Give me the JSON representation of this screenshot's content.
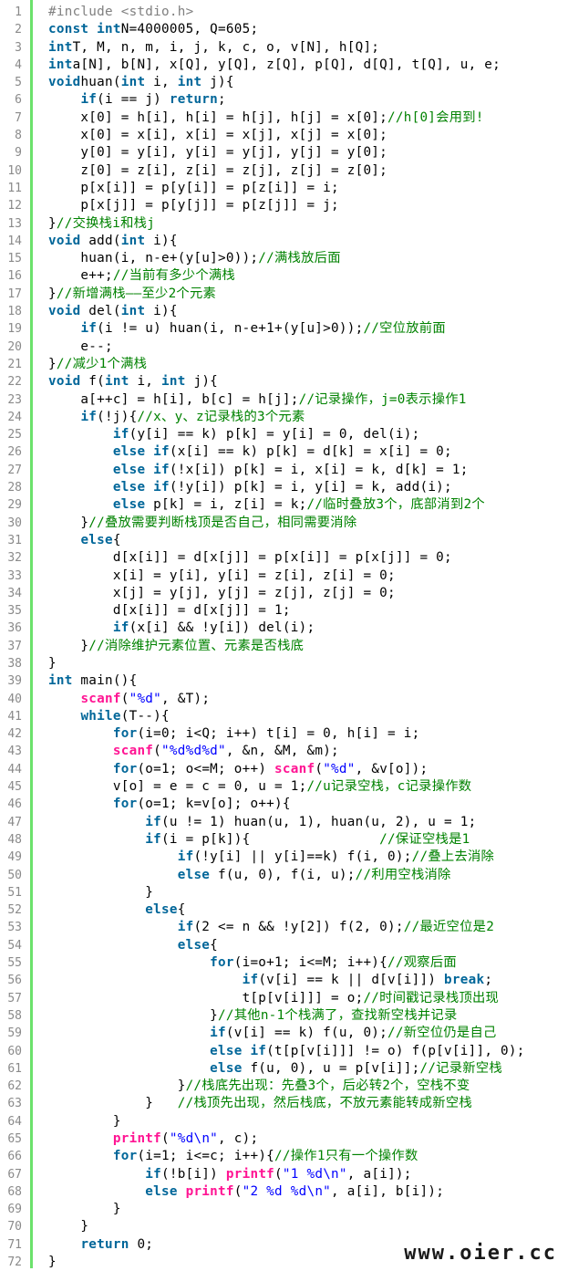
{
  "colors": {
    "keyword": "#006699",
    "preprocessor": "#808080",
    "string": "#0000ff",
    "comment": "#008200",
    "function": "#ff1493",
    "gutter_border": "#6ce26c",
    "line_number": "#8a8a8a"
  },
  "watermark": "www.oier.cc",
  "lines": [
    [
      [
        "pp",
        "#include <stdio.h>"
      ]
    ],
    [
      [
        "kw",
        "const int"
      ],
      [
        "",
        "N=4000005, Q=605;"
      ]
    ],
    [
      [
        "kw",
        "int"
      ],
      [
        "",
        "T, M, n, m, i, j, k, c, o, v[N], h[Q];"
      ]
    ],
    [
      [
        "kw",
        "int"
      ],
      [
        "",
        "a[N], b[N], x[Q], y[Q], z[Q], p[Q], d[Q], t[Q], u, e;"
      ]
    ],
    [
      [
        "kw",
        "void"
      ],
      [
        "",
        "huan("
      ],
      [
        "kw",
        "int"
      ],
      [
        "",
        " i, "
      ],
      [
        "kw",
        "int"
      ],
      [
        "",
        " j){"
      ]
    ],
    [
      [
        "",
        "    "
      ],
      [
        "kw",
        "if"
      ],
      [
        "",
        "(i == j) "
      ],
      [
        "kw",
        "return"
      ],
      [
        "",
        ";"
      ]
    ],
    [
      [
        "",
        "    x[0] = h[i], h[i] = h[j], h[j] = x[0];"
      ],
      [
        "cmt",
        "//h[0]会用到!"
      ]
    ],
    [
      [
        "",
        "    x[0] = x[i], x[i] = x[j], x[j] = x[0];"
      ]
    ],
    [
      [
        "",
        "    y[0] = y[i], y[i] = y[j], y[j] = y[0];"
      ]
    ],
    [
      [
        "",
        "    z[0] = z[i], z[i] = z[j], z[j] = z[0];"
      ]
    ],
    [
      [
        "",
        "    p[x[i]] = p[y[i]] = p[z[i]] = i;"
      ]
    ],
    [
      [
        "",
        "    p[x[j]] = p[y[j]] = p[z[j]] = j;"
      ]
    ],
    [
      [
        "",
        "}"
      ],
      [
        "cmt",
        "//交换栈i和栈j"
      ]
    ],
    [
      [
        "kw",
        "void"
      ],
      [
        "",
        " add("
      ],
      [
        "kw",
        "int"
      ],
      [
        "",
        " i){"
      ]
    ],
    [
      [
        "",
        "    huan(i, n-e+(y[u]>0));"
      ],
      [
        "cmt",
        "//满栈放后面"
      ]
    ],
    [
      [
        "",
        "    e++;"
      ],
      [
        "cmt",
        "//当前有多少个满栈"
      ]
    ],
    [
      [
        "",
        "}"
      ],
      [
        "cmt",
        "//新增满栈——至少2个元素"
      ]
    ],
    [
      [
        "kw",
        "void"
      ],
      [
        "",
        " del("
      ],
      [
        "kw",
        "int"
      ],
      [
        "",
        " i){"
      ]
    ],
    [
      [
        "",
        "    "
      ],
      [
        "kw",
        "if"
      ],
      [
        "",
        "(i != u) huan(i, n-e+1+(y[u]>0));"
      ],
      [
        "cmt",
        "//空位放前面"
      ]
    ],
    [
      [
        "",
        "    e--;"
      ]
    ],
    [
      [
        "",
        "}"
      ],
      [
        "cmt",
        "//减少1个满栈"
      ]
    ],
    [
      [
        "kw",
        "void"
      ],
      [
        "",
        " f("
      ],
      [
        "kw",
        "int"
      ],
      [
        "",
        " i, "
      ],
      [
        "kw",
        "int"
      ],
      [
        "",
        " j){"
      ]
    ],
    [
      [
        "",
        "    a[++c] = h[i], b[c] = h[j];"
      ],
      [
        "cmt",
        "//记录操作，j=0表示操作1"
      ]
    ],
    [
      [
        "",
        "    "
      ],
      [
        "kw",
        "if"
      ],
      [
        "",
        "(!j){"
      ],
      [
        "cmt",
        "//x、y、z记录栈的3个元素"
      ]
    ],
    [
      [
        "",
        "        "
      ],
      [
        "kw",
        "if"
      ],
      [
        "",
        "(y[i] == k) p[k] = y[i] = 0, del(i);"
      ]
    ],
    [
      [
        "",
        "        "
      ],
      [
        "kw",
        "else if"
      ],
      [
        "",
        "(x[i] == k) p[k] = d[k] = x[i] = 0;"
      ]
    ],
    [
      [
        "",
        "        "
      ],
      [
        "kw",
        "else if"
      ],
      [
        "",
        "(!x[i]) p[k] = i, x[i] = k, d[k] = 1;"
      ]
    ],
    [
      [
        "",
        "        "
      ],
      [
        "kw",
        "else if"
      ],
      [
        "",
        "(!y[i]) p[k] = i, y[i] = k, add(i);"
      ]
    ],
    [
      [
        "",
        "        "
      ],
      [
        "kw",
        "else"
      ],
      [
        "",
        " p[k] = i, z[i] = k;"
      ],
      [
        "cmt",
        "//临时叠放3个，底部消到2个"
      ]
    ],
    [
      [
        "",
        "    }"
      ],
      [
        "cmt",
        "//叠放需要判断栈顶是否自己，相同需要消除"
      ]
    ],
    [
      [
        "",
        "    "
      ],
      [
        "kw",
        "else"
      ],
      [
        "",
        "{"
      ]
    ],
    [
      [
        "",
        "        d[x[i]] = d[x[j]] = p[x[i]] = p[x[j]] = 0;"
      ]
    ],
    [
      [
        "",
        "        x[i] = y[i], y[i] = z[i], z[i] = 0;"
      ]
    ],
    [
      [
        "",
        "        x[j] = y[j], y[j] = z[j], z[j] = 0;"
      ]
    ],
    [
      [
        "",
        "        d[x[i]] = d[x[j]] = 1;"
      ]
    ],
    [
      [
        "",
        "        "
      ],
      [
        "kw",
        "if"
      ],
      [
        "",
        "(x[i] && !y[i]) del(i);"
      ]
    ],
    [
      [
        "",
        "    }"
      ],
      [
        "cmt",
        "//消除维护元素位置、元素是否栈底"
      ]
    ],
    [
      [
        "",
        "}"
      ]
    ],
    [
      [
        "kw",
        "int"
      ],
      [
        "",
        " main(){"
      ]
    ],
    [
      [
        "",
        "    "
      ],
      [
        "fn",
        "scanf"
      ],
      [
        "",
        "("
      ],
      [
        "str",
        "\"%d\""
      ],
      [
        "",
        ", &T);"
      ]
    ],
    [
      [
        "",
        "    "
      ],
      [
        "kw",
        "while"
      ],
      [
        "",
        "(T--){"
      ]
    ],
    [
      [
        "",
        "        "
      ],
      [
        "kw",
        "for"
      ],
      [
        "",
        "(i=0; i<Q; i++) t[i] = 0, h[i] = i;"
      ]
    ],
    [
      [
        "",
        "        "
      ],
      [
        "fn",
        "scanf"
      ],
      [
        "",
        "("
      ],
      [
        "str",
        "\"%d%d%d\""
      ],
      [
        "",
        ", &n, &M, &m);"
      ]
    ],
    [
      [
        "",
        "        "
      ],
      [
        "kw",
        "for"
      ],
      [
        "",
        "(o=1; o<=M; o++) "
      ],
      [
        "fn",
        "scanf"
      ],
      [
        "",
        "("
      ],
      [
        "str",
        "\"%d\""
      ],
      [
        "",
        ", &v[o]);"
      ]
    ],
    [
      [
        "",
        "        v[o] = e = c = 0, u = 1;"
      ],
      [
        "cmt",
        "//u记录空栈，c记录操作数"
      ]
    ],
    [
      [
        "",
        "        "
      ],
      [
        "kw",
        "for"
      ],
      [
        "",
        "(o=1; k=v[o]; o++){"
      ]
    ],
    [
      [
        "",
        "            "
      ],
      [
        "kw",
        "if"
      ],
      [
        "",
        "(u != 1) huan(u, 1), huan(u, 2), u = 1;"
      ]
    ],
    [
      [
        "",
        "            "
      ],
      [
        "kw",
        "if"
      ],
      [
        "",
        "(i = p[k]){                "
      ],
      [
        "cmt",
        "//保证空栈是1"
      ]
    ],
    [
      [
        "",
        "                "
      ],
      [
        "kw",
        "if"
      ],
      [
        "",
        "(!y[i] || y[i]==k) f(i, 0);"
      ],
      [
        "cmt",
        "//叠上去消除"
      ]
    ],
    [
      [
        "",
        "                "
      ],
      [
        "kw",
        "else"
      ],
      [
        "",
        " f(u, 0), f(i, u);"
      ],
      [
        "cmt",
        "//利用空栈消除"
      ]
    ],
    [
      [
        "",
        "            }"
      ]
    ],
    [
      [
        "",
        "            "
      ],
      [
        "kw",
        "else"
      ],
      [
        "",
        "{"
      ]
    ],
    [
      [
        "",
        "                "
      ],
      [
        "kw",
        "if"
      ],
      [
        "",
        "(2 <= n && !y[2]) f(2, 0);"
      ],
      [
        "cmt",
        "//最近空位是2"
      ]
    ],
    [
      [
        "",
        "                "
      ],
      [
        "kw",
        "else"
      ],
      [
        "",
        "{"
      ]
    ],
    [
      [
        "",
        "                    "
      ],
      [
        "kw",
        "for"
      ],
      [
        "",
        "(i=o+1; i<=M; i++){"
      ],
      [
        "cmt",
        "//观察后面"
      ]
    ],
    [
      [
        "",
        "                        "
      ],
      [
        "kw",
        "if"
      ],
      [
        "",
        "(v[i] == k || d[v[i]]) "
      ],
      [
        "kw",
        "break"
      ],
      [
        "",
        ";"
      ]
    ],
    [
      [
        "",
        "                        t[p[v[i]]] = o;"
      ],
      [
        "cmt",
        "//时间戳记录栈顶出现"
      ]
    ],
    [
      [
        "",
        "                    }"
      ],
      [
        "cmt",
        "//其他n-1个栈满了，查找新空栈并记录"
      ]
    ],
    [
      [
        "",
        "                    "
      ],
      [
        "kw",
        "if"
      ],
      [
        "",
        "(v[i] == k) f(u, 0);"
      ],
      [
        "cmt",
        "//新空位仍是自己"
      ]
    ],
    [
      [
        "",
        "                    "
      ],
      [
        "kw",
        "else if"
      ],
      [
        "",
        "(t[p[v[i]]] != o) f(p[v[i]], 0);"
      ]
    ],
    [
      [
        "",
        "                    "
      ],
      [
        "kw",
        "else"
      ],
      [
        "",
        " f(u, 0), u = p[v[i]];"
      ],
      [
        "cmt",
        "//记录新空栈"
      ]
    ],
    [
      [
        "",
        "                }"
      ],
      [
        "cmt",
        "//栈底先出现：先叠3个，后必转2个，空栈不变"
      ]
    ],
    [
      [
        "",
        "            }   "
      ],
      [
        "cmt",
        "//栈顶先出现，然后栈底，不放元素能转成新空栈"
      ]
    ],
    [
      [
        "",
        "        }"
      ]
    ],
    [
      [
        "",
        "        "
      ],
      [
        "fn",
        "printf"
      ],
      [
        "",
        "("
      ],
      [
        "str",
        "\"%d\\n\""
      ],
      [
        "",
        ", c);"
      ]
    ],
    [
      [
        "",
        "        "
      ],
      [
        "kw",
        "for"
      ],
      [
        "",
        "(i=1; i<=c; i++){"
      ],
      [
        "cmt",
        "//操作1只有一个操作数"
      ]
    ],
    [
      [
        "",
        "            "
      ],
      [
        "kw",
        "if"
      ],
      [
        "",
        "(!b[i]) "
      ],
      [
        "fn",
        "printf"
      ],
      [
        "",
        "("
      ],
      [
        "str",
        "\"1 %d\\n\""
      ],
      [
        "",
        ", a[i]);"
      ]
    ],
    [
      [
        "",
        "            "
      ],
      [
        "kw",
        "else"
      ],
      [
        "",
        " "
      ],
      [
        "fn",
        "printf"
      ],
      [
        "",
        "("
      ],
      [
        "str",
        "\"2 %d %d\\n\""
      ],
      [
        "",
        ", a[i], b[i]);"
      ]
    ],
    [
      [
        "",
        "        }"
      ]
    ],
    [
      [
        "",
        "    }"
      ]
    ],
    [
      [
        "",
        "    "
      ],
      [
        "kw",
        "return"
      ],
      [
        "",
        " 0;"
      ]
    ],
    [
      [
        "",
        "}"
      ]
    ]
  ]
}
